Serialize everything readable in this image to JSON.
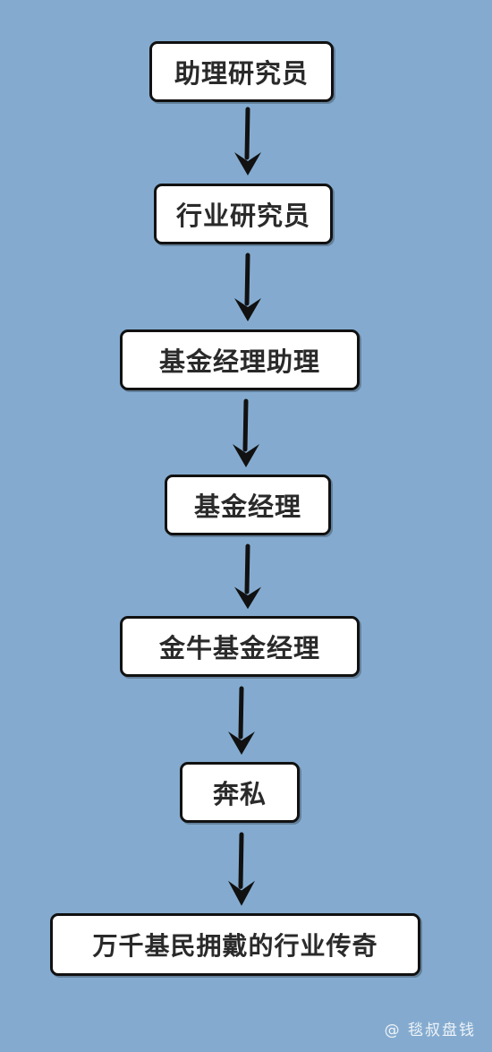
{
  "steps": [
    {
      "label": "助理研究员"
    },
    {
      "label": "行业研究员"
    },
    {
      "label": "基金经理助理"
    },
    {
      "label": "基金经理"
    },
    {
      "label": "金牛基金经理"
    },
    {
      "label": "奔私"
    },
    {
      "label": "万千基民拥戴的行业传奇"
    }
  ],
  "watermark": "@ 毯叔盘钱",
  "colors": {
    "background": "#84abcf",
    "box": "#ffffff",
    "border": "#111111",
    "arrow": "#111111"
  }
}
